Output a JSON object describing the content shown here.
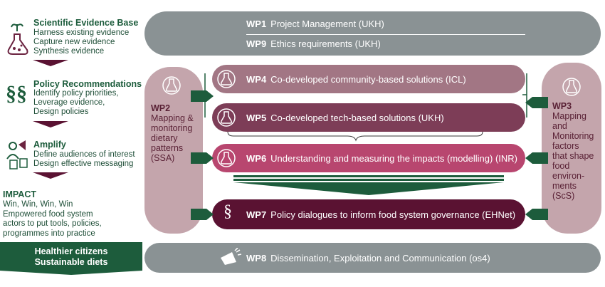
{
  "left": {
    "evidence": {
      "title": "Scientific Evidence Base",
      "lines": [
        "Harness existing evidence",
        "Capture new evidence",
        "Synthesis evidence"
      ]
    },
    "policy": {
      "title": "Policy Recommendations",
      "lines": [
        "Identify policy priorities,",
        "Leverage evidence,",
        "Design policies"
      ]
    },
    "amplify": {
      "title": "Amplify",
      "lines": [
        "Define audiences of interest",
        "Design effective messaging"
      ]
    },
    "impact": {
      "title": "IMPACT",
      "lines": [
        "Win, Win, Win, Win",
        "Empowered food system",
        "actors to put tools, policies,",
        "programmes into practice"
      ]
    },
    "outcome": {
      "line1": "Healthier citizens",
      "line2": "Sustainable diets"
    }
  },
  "wp1": {
    "code": "WP1",
    "label": "Project Management (UKH)"
  },
  "wp9": {
    "code": "WP9",
    "label": "Ethics requirements (UKH)"
  },
  "wp2": {
    "code": "WP2",
    "lines": [
      "Mapping &",
      "monitoring",
      "dietary",
      "patterns",
      "(SSA)"
    ]
  },
  "wp3": {
    "code": "WP3",
    "lines": [
      "Mapping",
      "and",
      "Monitoring",
      "factors",
      "that shape",
      "food",
      "environ-",
      "ments",
      "(ScS)"
    ]
  },
  "wp4": {
    "code": "WP4",
    "label": "Co-developed community-based solutions (ICL)"
  },
  "wp5": {
    "code": "WP5",
    "label": "Co-developed tech-based solutions (UKH)"
  },
  "wp6": {
    "code": "WP6",
    "label": "Understanding and measuring the impacts (modelling) (INR)"
  },
  "wp7": {
    "code": "WP7",
    "label": "Policy dialogues to inform food system governance (EHNet)"
  },
  "wp8": {
    "code": "WP8",
    "label": "Dissemination, Exploitation and Communication (os4)"
  },
  "colors": {
    "green": "#1d5c3c",
    "grey": "#8a9294",
    "wp2": "#c4a5ac",
    "wp4": "#a27684",
    "wp5": "#7d3d57",
    "wp6": "#b8466f",
    "wp7": "#5a1232"
  }
}
